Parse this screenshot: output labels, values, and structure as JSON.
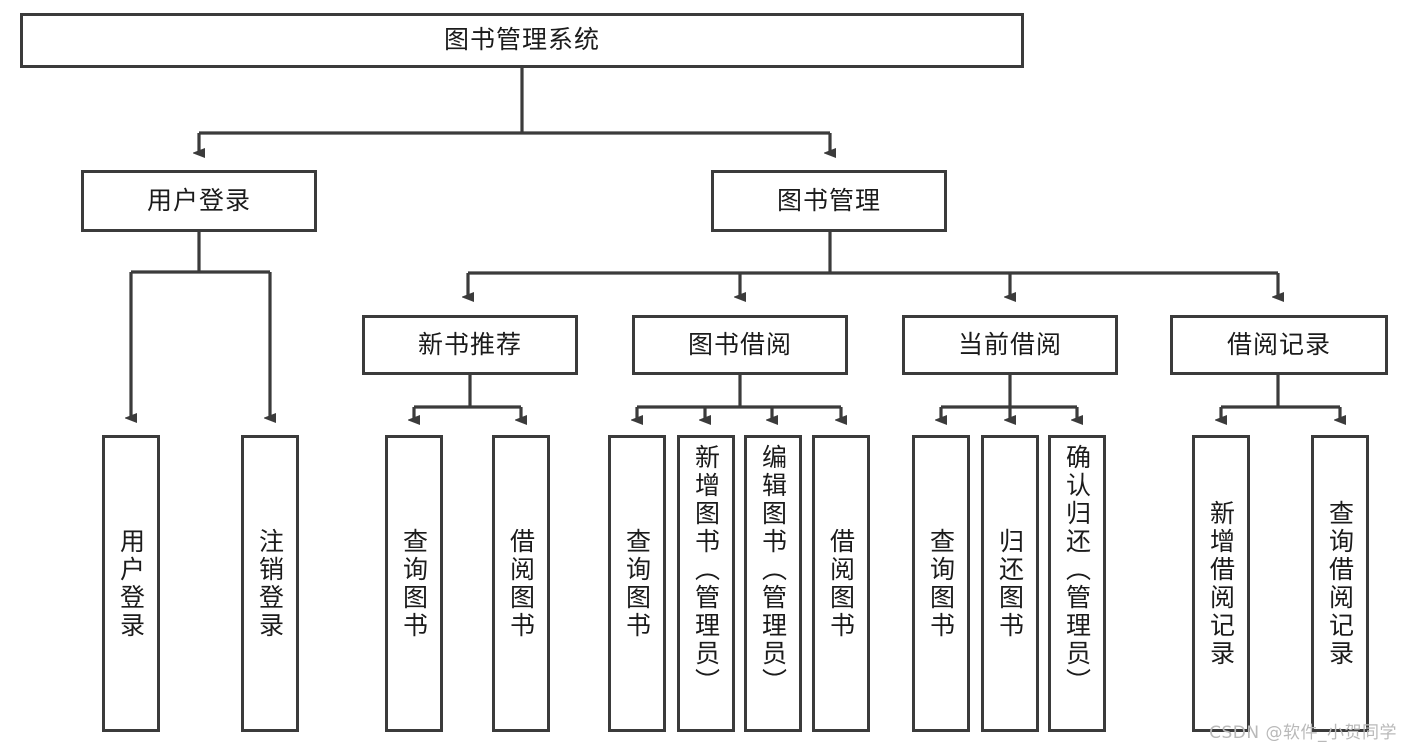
{
  "diagram": {
    "title": "图书管理系统",
    "type": "hierarchy-tree",
    "root": {
      "label": "图书管理系统",
      "children": [
        {
          "label": "用户登录",
          "children": [
            {
              "label": "用户登录"
            },
            {
              "label": "注销登录"
            }
          ]
        },
        {
          "label": "图书管理",
          "children": [
            {
              "label": "新书推荐",
              "children": [
                {
                  "label": "查询图书"
                },
                {
                  "label": "借阅图书"
                }
              ]
            },
            {
              "label": "图书借阅",
              "children": [
                {
                  "label": "查询图书"
                },
                {
                  "label": "新增图书（管理员）"
                },
                {
                  "label": "编辑图书（管理员）"
                },
                {
                  "label": "借阅图书"
                }
              ]
            },
            {
              "label": "当前借阅",
              "children": [
                {
                  "label": "查询图书"
                },
                {
                  "label": "归还图书"
                },
                {
                  "label": "确认归还（管理员）"
                }
              ]
            },
            {
              "label": "借阅记录",
              "children": [
                {
                  "label": "新增借阅记录"
                },
                {
                  "label": "查询借阅记录"
                }
              ]
            }
          ]
        }
      ]
    }
  },
  "nodes": {
    "root": "图书管理系统",
    "user_login": "用户登录",
    "book_manage": "图书管理",
    "new_book_rec": "新书推荐",
    "book_borrow": "图书借阅",
    "current_borrow": "当前借阅",
    "borrow_record": "借阅记录"
  },
  "leaves": {
    "login_query": "用户登录",
    "logout": "注销登录",
    "rec_query_book": "查询图书",
    "rec_borrow_book": "借阅图书",
    "borrow_query_book": "查询图书",
    "borrow_add_book": "新增图书（管理员）",
    "borrow_edit_book": "编辑图书（管理员）",
    "borrow_borrow_book": "借阅图书",
    "cur_query_book": "查询图书",
    "cur_return_book": "归还图书",
    "cur_confirm_return": "确认归还（管理员）",
    "rec_add_record": "新增借阅记录",
    "rec_query_record": "查询借阅记录"
  },
  "watermark": "CSDN @软件_小贺同学",
  "colors": {
    "border": "#3b3b3b",
    "text": "#1b1b1b",
    "background": "#ffffff",
    "watermark": "#b9b9b9"
  }
}
